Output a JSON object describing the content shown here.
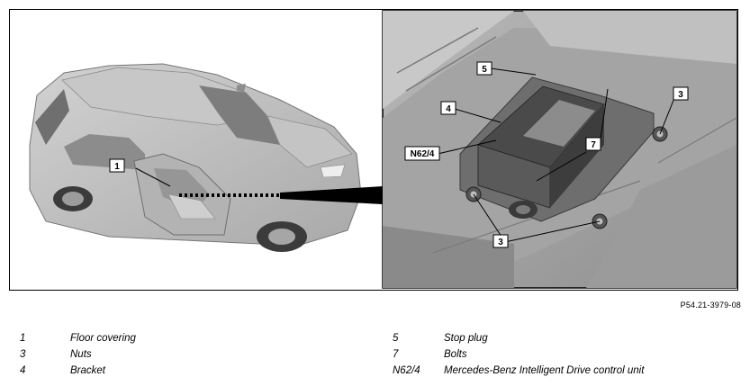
{
  "figure": {
    "reference_code": "P54.21-3979-08",
    "callouts": {
      "overview_1": "1",
      "detail_5": "5",
      "detail_4": "4",
      "detail_n62": "N62/4",
      "detail_7": "7",
      "detail_3_right": "3",
      "detail_3_bottom": "3"
    }
  },
  "legend": {
    "left": [
      {
        "num": "1",
        "text": "Floor covering"
      },
      {
        "num": "3",
        "text": "Nuts"
      },
      {
        "num": "4",
        "text": "Bracket"
      }
    ],
    "right": [
      {
        "num": "5",
        "text": "Stop plug"
      },
      {
        "num": "7",
        "text": "Bolts"
      },
      {
        "num": "N62/4",
        "text": "Mercedes-Benz Intelligent Drive control unit"
      }
    ]
  }
}
